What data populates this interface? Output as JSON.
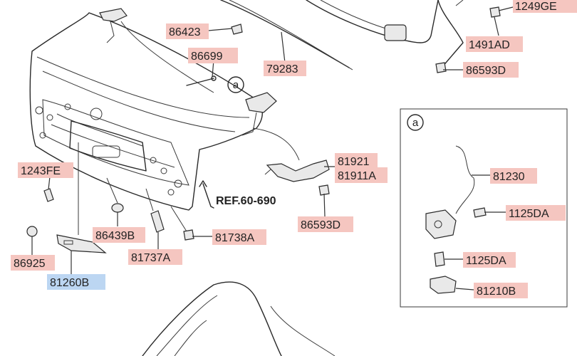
{
  "diagram": {
    "labels": {
      "p86423": "86423",
      "p86699": "86699",
      "p79283": "79283",
      "p1249GE": "1249GE",
      "p1491AD": "1491AD",
      "p86593D_top": "86593D",
      "p1243FE": "1243FE",
      "p81921": "81921",
      "p81911A": "81911A",
      "p86593D_mid": "86593D",
      "p86925": "86925",
      "p81260B": "81260B",
      "p86439B": "86439B",
      "p81737A": "81737A",
      "p81738A": "81738A",
      "ref": "REF.60-690",
      "p81230": "81230",
      "p1125DA_a": "1125DA",
      "p1125DA_b": "1125DA",
      "p81210B": "81210B"
    },
    "callouts": {
      "main": "a",
      "detail": "a"
    },
    "colors": {
      "label_bg": "#f5c6c0",
      "label_highlight": "#bcd6f2",
      "line": "#2a2a2a"
    }
  }
}
